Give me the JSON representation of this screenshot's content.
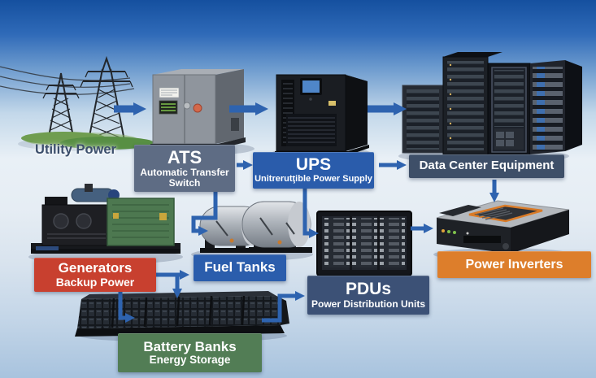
{
  "diagram": {
    "type": "power-flow-infographic",
    "background": {
      "sky_top": "#15509f",
      "sky_light": "#e9f0f6",
      "bottom": "#a8c3de"
    },
    "arrow_color": "#2e63af"
  },
  "utility": {
    "label": "Utility Power",
    "text_color": "#3b4e6b"
  },
  "labels": {
    "ats": {
      "title": "ATS",
      "subtitle": "Automatic Transfer Switch",
      "bg": "#5e6c84"
    },
    "ups": {
      "title": "UPS",
      "subtitle": "Unitrerutţible Power Supply",
      "bg": "#2a5cab"
    },
    "data_center": {
      "title": "Data Center Equipment",
      "bg": "#3e4f68"
    },
    "generators": {
      "title": "Generators",
      "subtitle": "Backup Power",
      "bg": "#c8402f"
    },
    "fuel_tanks": {
      "title": "Fuel Tanks",
      "bg": "#2b5dac"
    },
    "pdus": {
      "title": "PDUs",
      "subtitle": "Power Distribution Units",
      "bg": "#3c5176"
    },
    "power_inverters": {
      "title": "Power Inverters",
      "bg": "#dd7e2b"
    },
    "battery_banks": {
      "title": "Battery Banks",
      "subtitle": "Energy Storage",
      "bg": "#527d55"
    }
  },
  "connections": [
    {
      "from": "Utility Power",
      "to": "ATS"
    },
    {
      "from": "ATS",
      "to": "UPS"
    },
    {
      "from": "UPS",
      "to": "Data Center Equipment"
    },
    {
      "from": "ATS",
      "to": "Fuel Tanks"
    },
    {
      "from": "UPS",
      "to": "PDUs"
    },
    {
      "from": "Data Center Equipment",
      "to": "Power Inverters"
    },
    {
      "from": "Generators",
      "to": "Fuel Tanks"
    },
    {
      "from": "Generators",
      "to": "Battery Banks"
    },
    {
      "from": "Battery Banks",
      "to": "PDUs"
    },
    {
      "from": "PDUs",
      "to": "Power Inverters"
    }
  ]
}
